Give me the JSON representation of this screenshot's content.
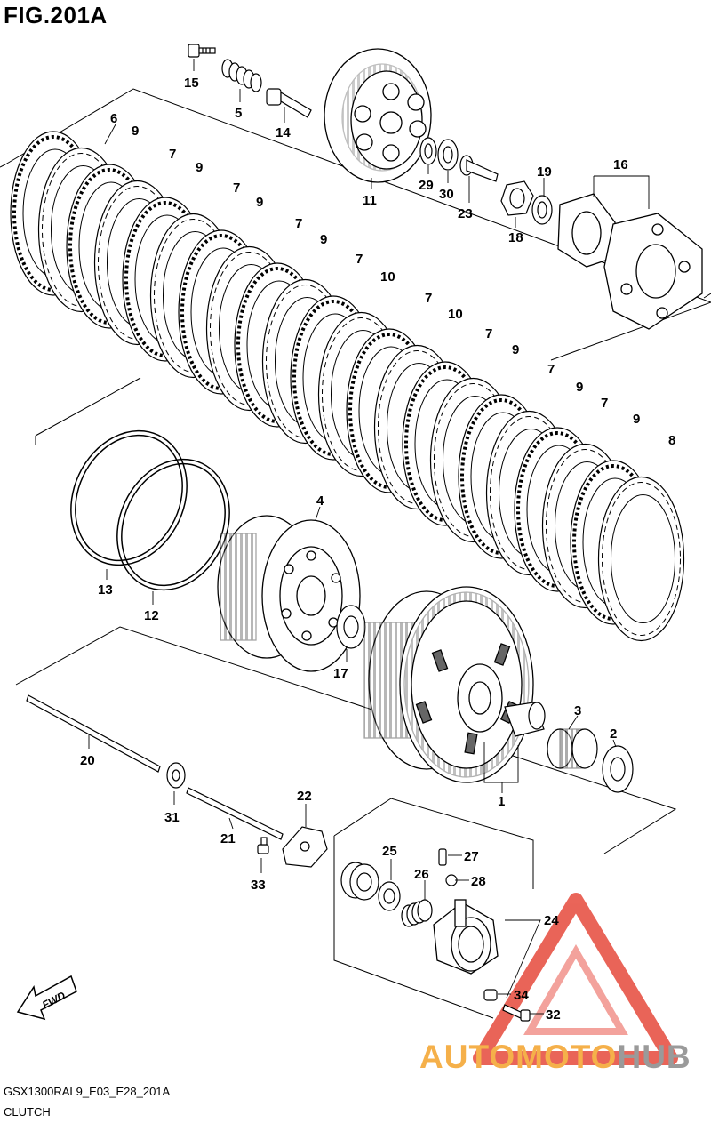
{
  "figure": {
    "title": "FIG.201A",
    "code": "GSX1300RAL9_E03_E28_201A",
    "name": "CLUTCH",
    "fwd_label": "FWD"
  },
  "watermark": {
    "part1": "AUTOMOTO",
    "part2": "HUB",
    "color1": "#f5b04a",
    "color2": "#9a9a9a",
    "logo_color": "#e64a3c"
  },
  "parts": [
    "1",
    "2",
    "3",
    "4",
    "5",
    "6",
    "7",
    "8",
    "9",
    "10",
    "11",
    "12",
    "13",
    "14",
    "15",
    "16",
    "17",
    "18",
    "19",
    "20",
    "21",
    "22",
    "23",
    "24",
    "25",
    "26",
    "27",
    "28",
    "29",
    "30",
    "31",
    "32",
    "33",
    "34"
  ],
  "callouts": [
    {
      "id": "p15",
      "text": "15"
    },
    {
      "id": "p5",
      "text": "5"
    },
    {
      "id": "p14",
      "text": "14"
    },
    {
      "id": "p11",
      "text": "11"
    },
    {
      "id": "p29",
      "text": "29"
    },
    {
      "id": "p30",
      "text": "30"
    },
    {
      "id": "p23",
      "text": "23"
    },
    {
      "id": "p18",
      "text": "18"
    },
    {
      "id": "p19",
      "text": "19"
    },
    {
      "id": "p16",
      "text": "16"
    },
    {
      "id": "p6",
      "text": "6"
    },
    {
      "id": "p9a",
      "text": "9"
    },
    {
      "id": "p7a",
      "text": "7"
    },
    {
      "id": "p9b",
      "text": "9"
    },
    {
      "id": "p7b",
      "text": "7"
    },
    {
      "id": "p9c",
      "text": "9"
    },
    {
      "id": "p7c",
      "text": "7"
    },
    {
      "id": "p9d",
      "text": "9"
    },
    {
      "id": "p7d",
      "text": "7"
    },
    {
      "id": "p10a",
      "text": "10"
    },
    {
      "id": "p7e",
      "text": "7"
    },
    {
      "id": "p10b",
      "text": "10"
    },
    {
      "id": "p7f",
      "text": "7"
    },
    {
      "id": "p9e",
      "text": "9"
    },
    {
      "id": "p7g",
      "text": "7"
    },
    {
      "id": "p9f",
      "text": "9"
    },
    {
      "id": "p7h",
      "text": "7"
    },
    {
      "id": "p9g",
      "text": "9"
    },
    {
      "id": "p8",
      "text": "8"
    },
    {
      "id": "p4",
      "text": "4"
    },
    {
      "id": "p13",
      "text": "13"
    },
    {
      "id": "p12",
      "text": "12"
    },
    {
      "id": "p17",
      "text": "17"
    },
    {
      "id": "p3",
      "text": "3"
    },
    {
      "id": "p2",
      "text": "2"
    },
    {
      "id": "p1",
      "text": "1"
    },
    {
      "id": "p20",
      "text": "20"
    },
    {
      "id": "p31",
      "text": "31"
    },
    {
      "id": "p21",
      "text": "21"
    },
    {
      "id": "p22",
      "text": "22"
    },
    {
      "id": "p33",
      "text": "33"
    },
    {
      "id": "p25",
      "text": "25"
    },
    {
      "id": "p27",
      "text": "27"
    },
    {
      "id": "p26",
      "text": "26"
    },
    {
      "id": "p28",
      "text": "28"
    },
    {
      "id": "p24",
      "text": "24"
    },
    {
      "id": "p34",
      "text": "34"
    },
    {
      "id": "p32",
      "text": "32"
    }
  ]
}
